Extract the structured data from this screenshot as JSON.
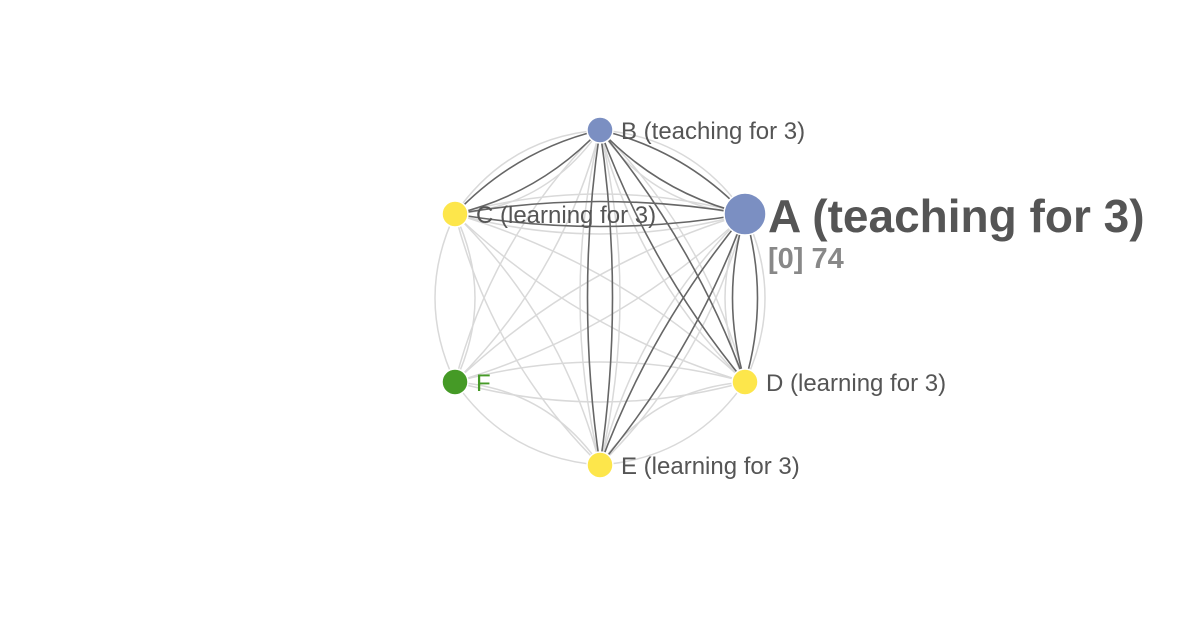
{
  "graph": {
    "nodes": [
      {
        "id": "A",
        "label": "A (teaching for 3)",
        "color": "#7b8fc2",
        "state": "teaching",
        "focused": true,
        "sublabel": "[0] 74"
      },
      {
        "id": "B",
        "label": "B (teaching for 3)",
        "color": "#7b8fc2",
        "state": "teaching"
      },
      {
        "id": "C",
        "label": "C (learning for 3)",
        "color": "#fde64b",
        "state": "learning"
      },
      {
        "id": "D",
        "label": "D (learning for 3)",
        "color": "#fde64b",
        "state": "learning"
      },
      {
        "id": "E",
        "label": "E (learning for 3)",
        "color": "#fde64b",
        "state": "learning"
      },
      {
        "id": "F",
        "label": "F",
        "color": "#459a26",
        "label_color": "#459a26",
        "state": "idle"
      }
    ],
    "colors": {
      "edge_active": "#666666",
      "edge_inactive": "#d9d9d9",
      "teaching": "#7b8fc2",
      "learning": "#fde64b",
      "idle": "#459a26"
    }
  }
}
